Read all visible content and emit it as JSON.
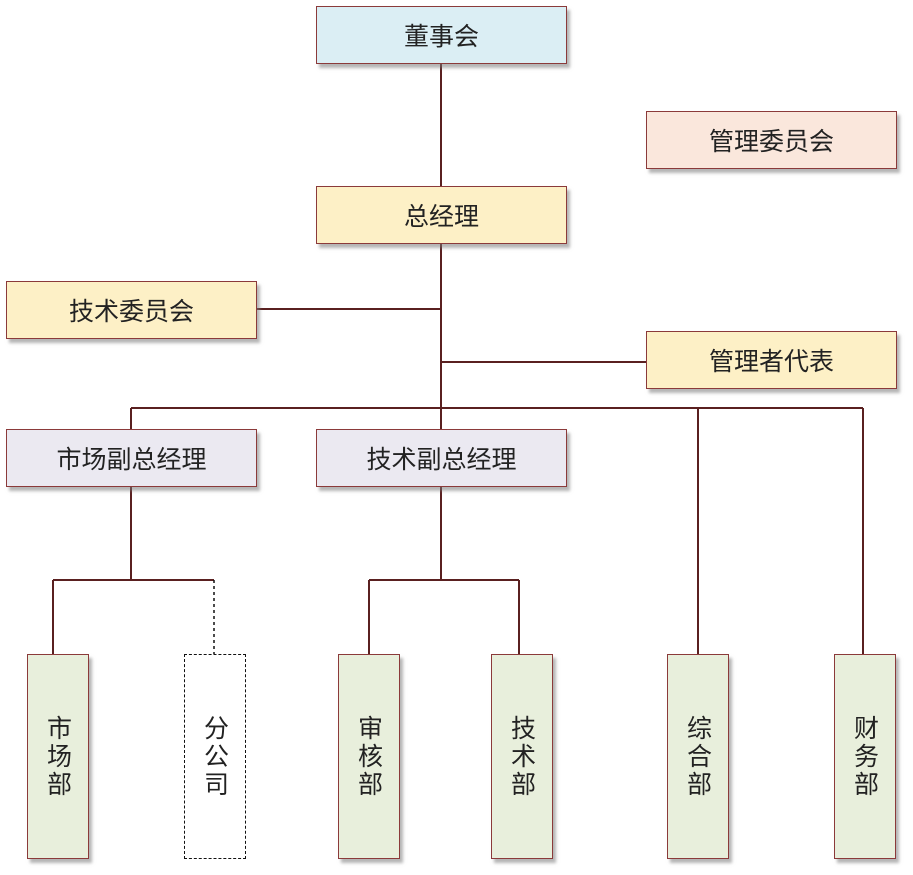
{
  "board": "董事会",
  "management_committee": "管理委员会",
  "general_manager": "总经理",
  "tech_committee": "技术委员会",
  "management_representative": "管理者代表",
  "market_vp": "市场副总经理",
  "tech_vp": "技术副总经理",
  "departments": {
    "market": "市场部",
    "branch": "分公司",
    "audit": "审核部",
    "tech": "技术部",
    "general": "综合部",
    "finance": "财务部"
  },
  "colors": {
    "line": "#5a2020",
    "border": "#8b3a3a",
    "board_fill": "#dbeef4",
    "gm_fill": "#fdf0c6",
    "committee_fill": "#fae7dc",
    "vp_fill": "#ebe9f1",
    "dept_fill": "#e8efdc"
  }
}
